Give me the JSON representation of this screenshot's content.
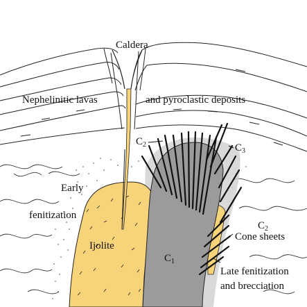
{
  "labels": {
    "caldera": "Caldera",
    "nephelinitic_lavas": "Nephelinitic lavas",
    "pyroclastic": "and pyroclastic deposits",
    "c2_top_letter": "C",
    "c2_top_sub": "2",
    "c3_letter": "C",
    "c3_sub": "3",
    "early": "Early",
    "fenitization": "fenitization",
    "ijolite": "Ijolite",
    "c1_letter": "C",
    "c1_sub": "1",
    "c2_right_letter": "C",
    "c2_right_sub": "2",
    "cone_sheets": "Cone sheets",
    "late_fenitization": "Late fenitization",
    "brecciation": "and brecciation"
  },
  "colors": {
    "ijolite_fill": "#f7d37a",
    "carbonatite_fill": "#9b9b9b",
    "halo_fill": "#c8c8c8",
    "line": "#222222",
    "background": "#ffffff"
  }
}
